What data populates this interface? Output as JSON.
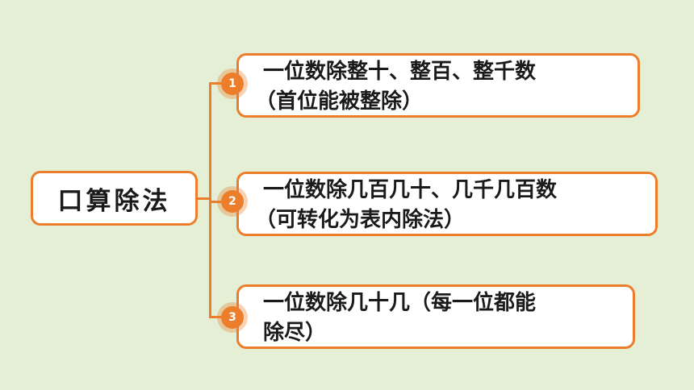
{
  "root": {
    "label": "口算除法"
  },
  "branches": [
    {
      "number": "1",
      "line1": "一位数除整十、整百、整千数",
      "line2": "（首位能被整除）"
    },
    {
      "number": "2",
      "line1": "一位数除几百几十、几千几百数",
      "line2": "（可转化为表内除法）"
    },
    {
      "number": "3",
      "line1": "一位数除几十几（每一位都能",
      "line2": "除尽）"
    }
  ],
  "colors": {
    "accent": "#ec7d2b",
    "background": "#e4efd6",
    "box_fill": "#ffffff"
  }
}
